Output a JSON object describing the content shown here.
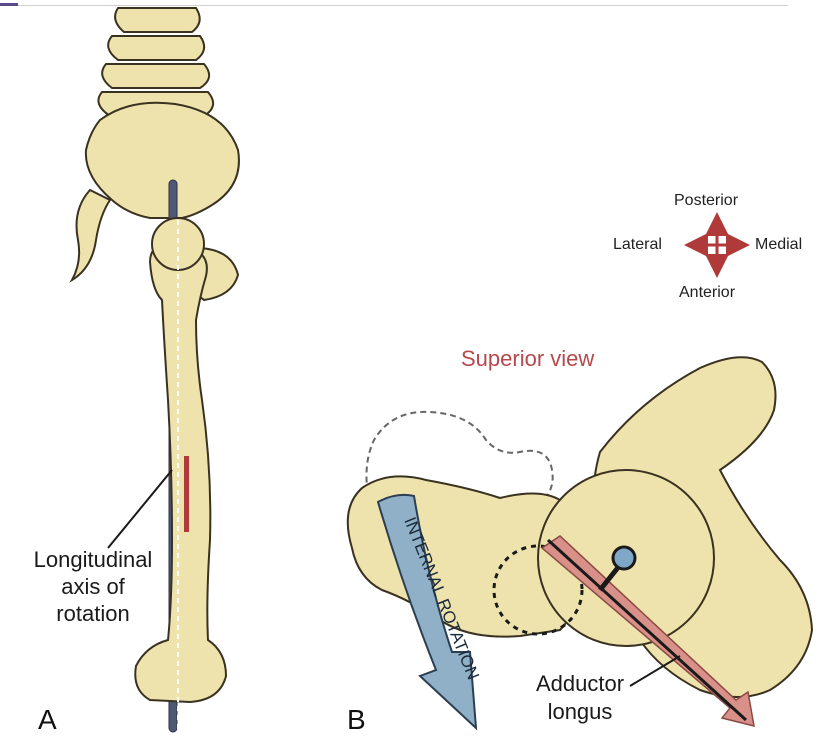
{
  "panels": {
    "a": "A",
    "b": "B"
  },
  "labels": {
    "axis_line1": "Longitudinal",
    "axis_line2": "axis of",
    "axis_line3": "rotation",
    "view": "Superior view",
    "muscle_line1": "Adductor",
    "muscle_line2": "longus",
    "movement": "INTERNAL ROTATION"
  },
  "compass": {
    "top": "Posterior",
    "bottom": "Anterior",
    "left": "Lateral",
    "right": "Medial"
  },
  "colors": {
    "bone": "#efe3ad",
    "bone_outline": "#3a3220",
    "axis_rod": "#4e5a75",
    "muscle": "#d99088",
    "accent_red": "#b03a3a",
    "rotation_arrow": "#8fb0c6",
    "heading_red": "#b5494d"
  }
}
